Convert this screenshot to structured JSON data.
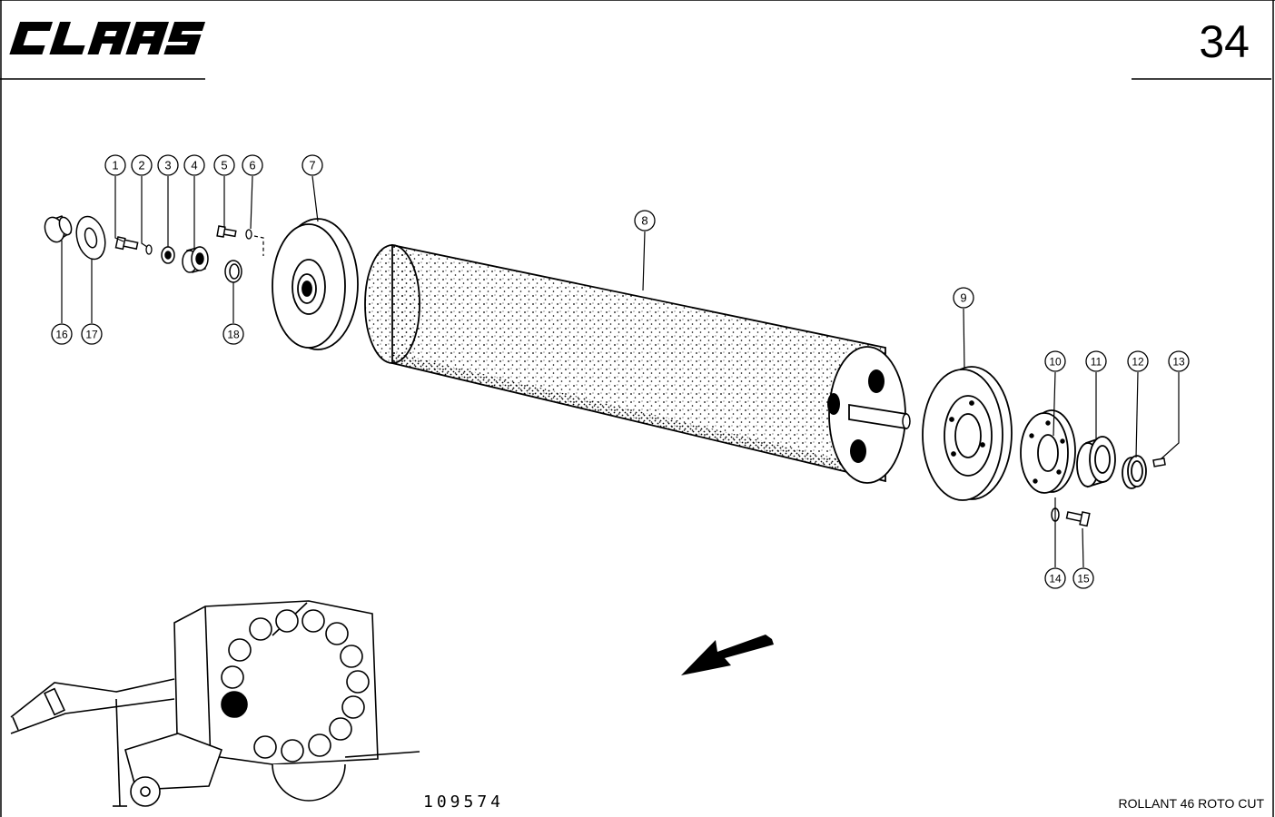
{
  "header": {
    "brand": "CLAAS",
    "page_number": "34"
  },
  "parts": [
    {
      "number": "1"
    },
    {
      "number": "2"
    },
    {
      "number": "3"
    },
    {
      "number": "4"
    },
    {
      "number": "5"
    },
    {
      "number": "6"
    },
    {
      "number": "7"
    },
    {
      "number": "8"
    },
    {
      "number": "9"
    },
    {
      "number": "10"
    },
    {
      "number": "11"
    },
    {
      "number": "12"
    },
    {
      "number": "13"
    },
    {
      "number": "14"
    },
    {
      "number": "15"
    },
    {
      "number": "16"
    },
    {
      "number": "17"
    },
    {
      "number": "18"
    }
  ],
  "footer": {
    "drawing_number": "109574",
    "model": "ROLLANT 46 ROTO CUT"
  },
  "colors": {
    "ink": "#000000",
    "paper": "#ffffff"
  }
}
